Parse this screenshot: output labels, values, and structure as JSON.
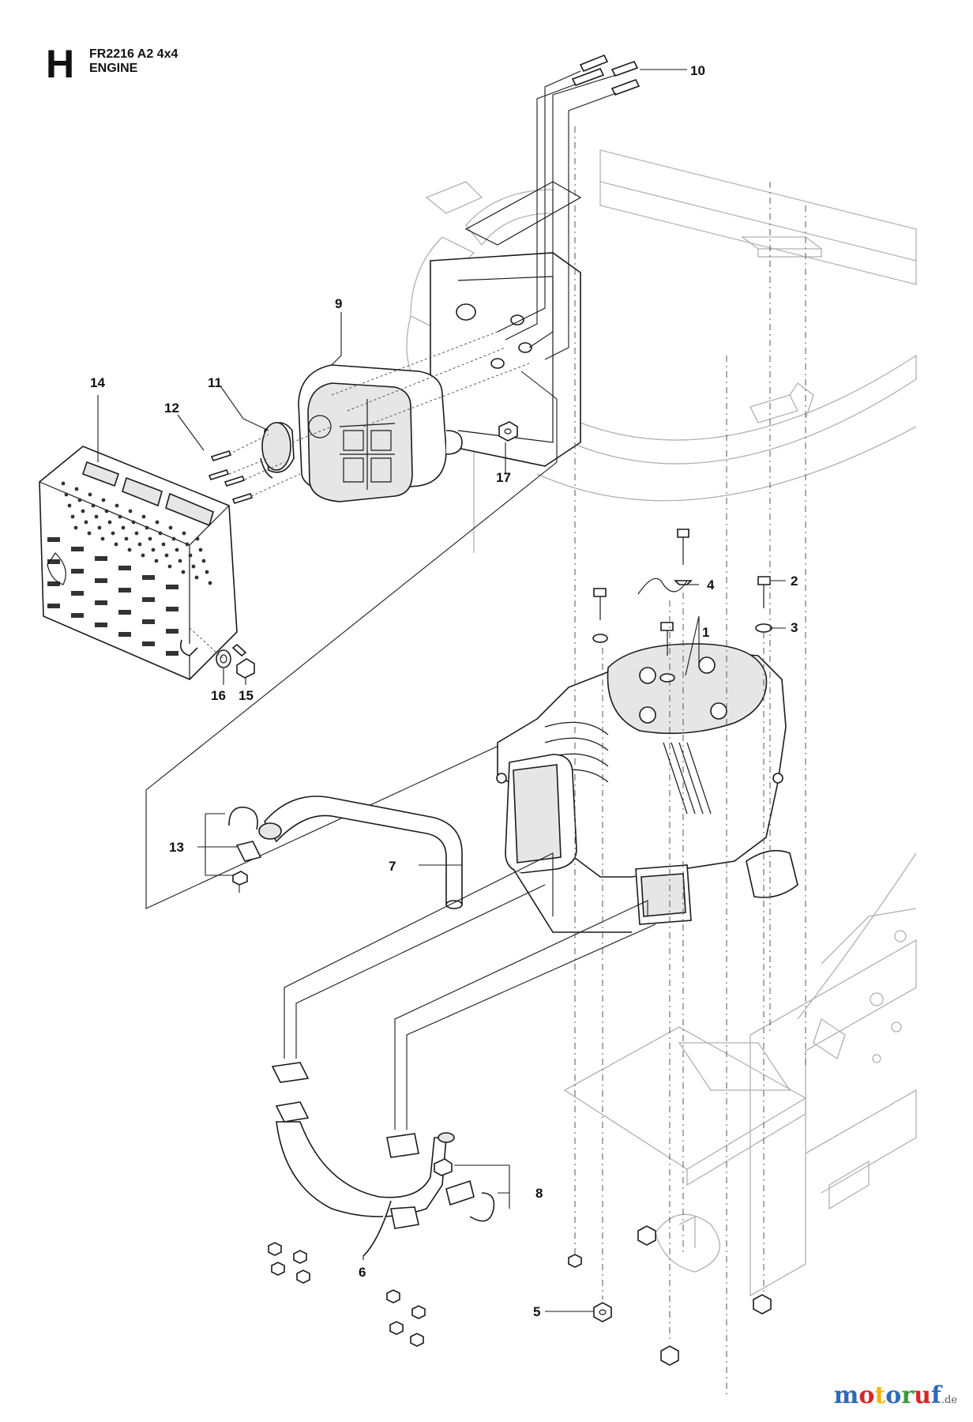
{
  "header": {
    "section_letter": "H",
    "model": "FR2216 A2 4x4",
    "subtitle": "ENGINE"
  },
  "callouts": {
    "c1": "1",
    "c2": "2",
    "c3": "3",
    "c4": "4",
    "c5": "5",
    "c6": "6",
    "c7": "7",
    "c8": "8",
    "c9": "9",
    "c10": "10",
    "c11": "11",
    "c12": "12",
    "c13": "13",
    "c14": "14",
    "c15": "15",
    "c16": "16",
    "c17": "17"
  },
  "watermark": {
    "brand_colored": [
      "m",
      "o",
      "t",
      "o",
      "r",
      "u",
      "f"
    ],
    "brand_colors": [
      "#2e6bb8",
      "#d9262b",
      "#f2b705",
      "#2e6bb8",
      "#3a9b3f",
      "#d9262b",
      "#2e6bb8"
    ],
    "tld": ".de"
  },
  "colors": {
    "line": "#1a1a1a",
    "frame": "#b0b0b0",
    "background": "#ffffff"
  }
}
